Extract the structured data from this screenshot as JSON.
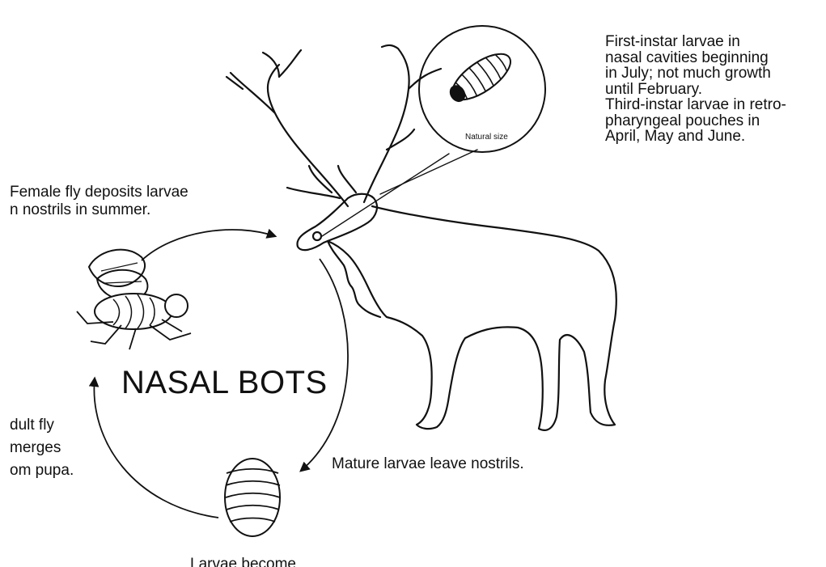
{
  "title": "NASAL BOTS",
  "labels": {
    "instars": "First-instar larvae in\nnasal cavities beginning\nin July; not much growth\nuntil February.\nThird-instar larvae in retro-\npharyngeal pouches in\nApril, May and June.",
    "female_fly": "Female fly deposits larvae\nn nostrils in summer.",
    "adult_fly": "dult fly\nmerges\nom pupa.",
    "mature_larvae": "Mature larvae leave nostrils.",
    "larvae_become": "Larvae become",
    "natural_size": "Natural size"
  },
  "colors": {
    "ink": "#111111",
    "background": "#ffffff"
  }
}
